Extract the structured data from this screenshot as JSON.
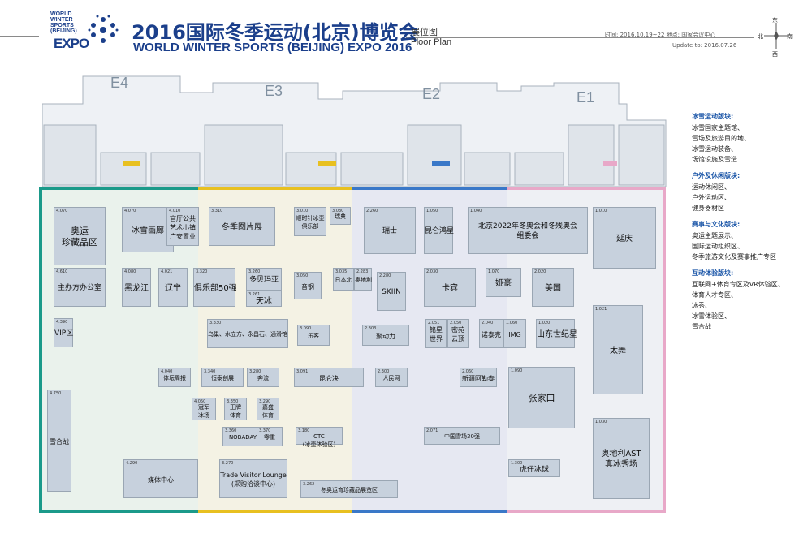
{
  "header": {
    "logo_line1": "WORLD",
    "logo_line2": "WINTER",
    "logo_line3": "SPORTS",
    "logo_line4": "(BEIJING)",
    "logo_expo": "EXPO",
    "title_cn": "2016国际冬季运动(北京)博览会",
    "title_en": "WORLD WINTER SPORTS (BEIJING) EXPO 2016",
    "plan_cn": "展位图",
    "plan_en": "Floor Plan",
    "info": "时间: 2016.10.19~22    地点: 国家会议中心",
    "update": "Update to: 2016.07.26"
  },
  "compass": {
    "n": "东",
    "s": "西",
    "w": "北",
    "e": "南"
  },
  "halls": [
    "E4",
    "E3",
    "E2",
    "E1"
  ],
  "colors": {
    "hall_e4": "#1b9a8a",
    "hall_e3": "#e8c020",
    "hall_e2": "#3a78c8",
    "hall_e1": "#e8a8c8",
    "booth": "#c7d1dd",
    "title": "#1b3f8b",
    "legend_head": "#1b56a8"
  },
  "booths": [
    {
      "no": "4.070",
      "name": "奥运\n珍藏品区"
    },
    {
      "no": "4.070",
      "name": "冰雪画廊"
    },
    {
      "no": "4.010",
      "name": "官厅公共\n艺术小镇\n广安置业"
    },
    {
      "no": "3.310",
      "name": "冬季图片展"
    },
    {
      "no": "3.010",
      "name": "顺时针冰壶\n俱乐部"
    },
    {
      "no": "3.030",
      "name": "瑞典"
    },
    {
      "no": "2.260",
      "name": "瑞士"
    },
    {
      "no": "1.050",
      "name": "昆仑鸿星"
    },
    {
      "no": "1.040",
      "name": "北京2022年冬奥会和冬残奥会\n组委会"
    },
    {
      "no": "1.010",
      "name": "延庆"
    },
    {
      "no": "4.610",
      "name": "主办方办公室"
    },
    {
      "no": "4.080",
      "name": "黑龙江"
    },
    {
      "no": "4.021",
      "name": "辽宁"
    },
    {
      "no": "3.320",
      "name": "俱乐部50强"
    },
    {
      "no": "3.260",
      "name": "多贝玛亚"
    },
    {
      "no": "3.261",
      "name": "天冰"
    },
    {
      "no": "3.050",
      "name": "音钢"
    },
    {
      "no": "3.035",
      "name": "日本北"
    },
    {
      "no": "2.283",
      "name": "奥地利"
    },
    {
      "no": "2.280",
      "name": "SKIIN"
    },
    {
      "no": "2.030",
      "name": "卡宾"
    },
    {
      "no": "1.070",
      "name": "娅豪"
    },
    {
      "no": "2.020",
      "name": "美国"
    },
    {
      "no": "4.390",
      "name": "VIP区"
    },
    {
      "no": "3.330",
      "name": "乌巢、水立方、永昌石、通滑馆"
    },
    {
      "no": "3.090",
      "name": "乐客"
    },
    {
      "no": "2.303",
      "name": "聚动力"
    },
    {
      "no": "2.051",
      "name": "铭星\n世界"
    },
    {
      "no": "2.050",
      "name": "密苑\n云顶"
    },
    {
      "no": "2.040",
      "name": "诺泰克"
    },
    {
      "no": "1.060",
      "name": "IMG"
    },
    {
      "no": "1.020",
      "name": "山东世纪星"
    },
    {
      "no": "1.021",
      "name": "太舞"
    },
    {
      "no": "4.040",
      "name": "体坛周报"
    },
    {
      "no": "3.340",
      "name": "恒泰创展"
    },
    {
      "no": "3.280",
      "name": "奔流"
    },
    {
      "no": "3.091",
      "name": "昆仑决"
    },
    {
      "no": "2.300",
      "name": "人民网"
    },
    {
      "no": "2.060",
      "name": "新疆阿勒泰"
    },
    {
      "no": "1.090",
      "name": "张家口"
    },
    {
      "no": "4.050",
      "name": "冠军\n冰场"
    },
    {
      "no": "3.350",
      "name": "王牌\n体育"
    },
    {
      "no": "3.290",
      "name": "嘉盛\n体育"
    },
    {
      "no": "2.071",
      "name": "中国雪场30强"
    },
    {
      "no": "1.030",
      "name": "奥地利AST\n真冰秀场"
    },
    {
      "no": "4.750",
      "name": "雪合战"
    },
    {
      "no": "4.290",
      "name": "媒体中心"
    },
    {
      "no": "3.270",
      "name": "Trade Visitor Lounge\n(采购洽谈中心)"
    },
    {
      "no": "3.180",
      "name": "CTC\n(冰壶体验区)"
    },
    {
      "no": "3.262",
      "name": "冬奥运育珍藏品展览区"
    },
    {
      "no": "1.300",
      "name": "虎仔冰球"
    },
    {
      "no": "3.360",
      "name": "NOBADAY"
    },
    {
      "no": "3.370",
      "name": "零重"
    }
  ],
  "legend": [
    {
      "head": "冰雪运动版块:",
      "items": [
        "冰雪国家主题馆、",
        "雪场及旅游目的地、",
        "冰雪运动装备、",
        "场馆设施及雪造"
      ]
    },
    {
      "head": "户外及休闲版块:",
      "items": [
        "运动休闲区、",
        "户外运动区、",
        "健身器材区"
      ]
    },
    {
      "head": "赛事与文化版块:",
      "items": [
        "奥运主题展示、",
        "国际运动组织区、",
        "冬季旅游文化及赛事推广专区"
      ]
    },
    {
      "head": "互动体验版块:",
      "items": [
        "互联网+体育专区及VR体验区、",
        "体育人才专区、",
        "冰秀、",
        "冰雪体验区、",
        "雪合战"
      ]
    }
  ]
}
